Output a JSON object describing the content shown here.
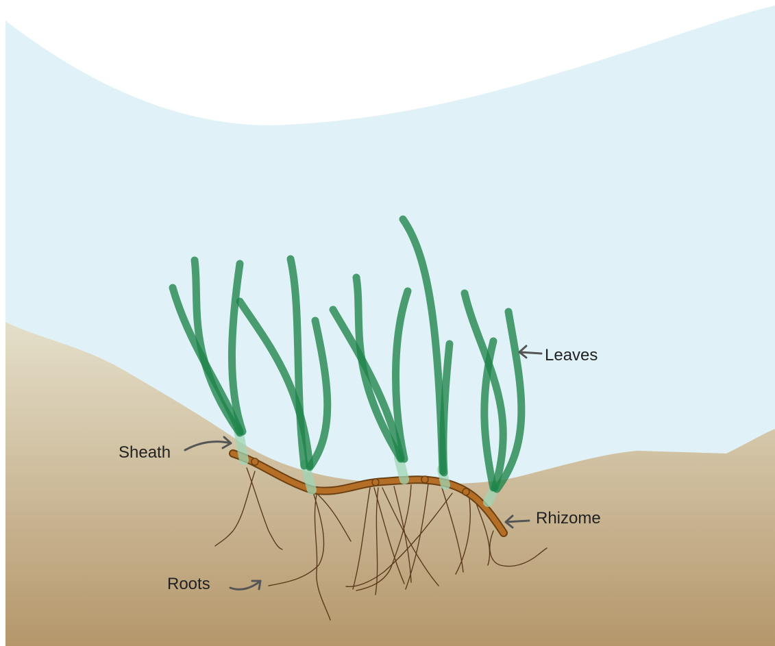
{
  "labels": {
    "leaves": "Leaves",
    "sheath": "Sheath",
    "rhizome": "Rhizome",
    "roots": "Roots"
  },
  "colors": {
    "sky": "#ffffff",
    "water": "#e0f2f7",
    "sediment_top": "#e2dcc6",
    "sediment_bottom": "#b79a6f",
    "leaf": "#1e8449",
    "sheath": "#9fd5b4",
    "rhizome": "#b56e26",
    "root": "#5a3a1e"
  }
}
